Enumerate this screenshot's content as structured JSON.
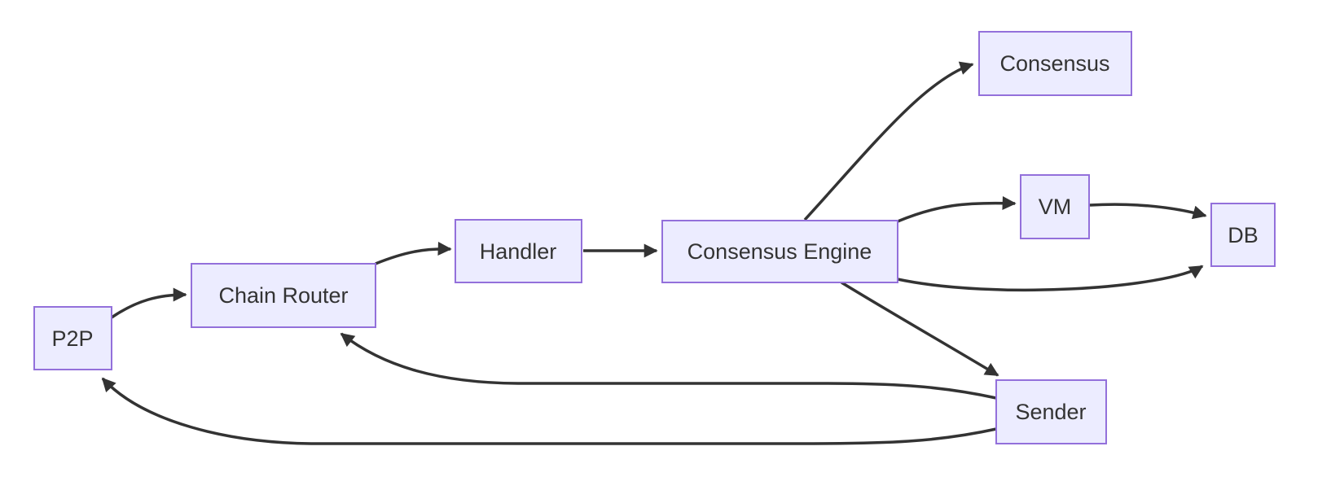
{
  "diagram": {
    "type": "flowchart",
    "direction": "left-to-right",
    "nodes": {
      "p2p": {
        "label": "P2P"
      },
      "chain_router": {
        "label": "Chain Router"
      },
      "handler": {
        "label": "Handler"
      },
      "consensus_engine": {
        "label": "Consensus Engine"
      },
      "consensus": {
        "label": "Consensus"
      },
      "vm": {
        "label": "VM"
      },
      "db": {
        "label": "DB"
      },
      "sender": {
        "label": "Sender"
      }
    },
    "edges": [
      {
        "from": "P2P",
        "to": "Chain Router"
      },
      {
        "from": "Chain Router",
        "to": "Handler"
      },
      {
        "from": "Handler",
        "to": "Consensus Engine"
      },
      {
        "from": "Consensus Engine",
        "to": "Consensus"
      },
      {
        "from": "Consensus Engine",
        "to": "VM"
      },
      {
        "from": "VM",
        "to": "DB"
      },
      {
        "from": "Consensus Engine",
        "to": "DB"
      },
      {
        "from": "Consensus Engine",
        "to": "Sender"
      },
      {
        "from": "Sender",
        "to": "Chain Router"
      },
      {
        "from": "Sender",
        "to": "P2P"
      }
    ]
  },
  "theme": {
    "node_fill": "#ECECFF",
    "node_border": "#9370DB",
    "edge_color": "#333333",
    "text_color": "#333333",
    "bg": "#ffffff"
  }
}
